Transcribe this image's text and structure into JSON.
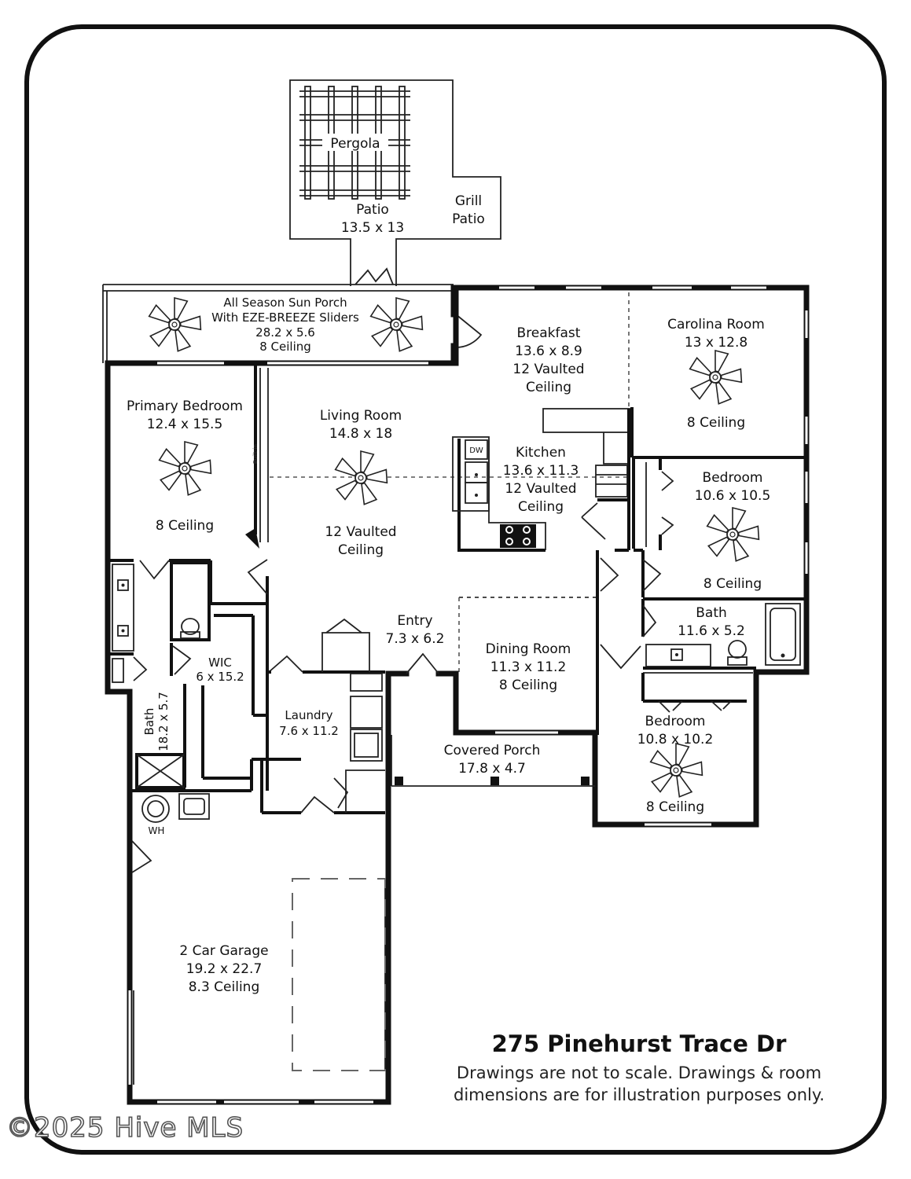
{
  "title": "275 Pinehurst Trace Dr",
  "disclaimer": [
    "Drawings are not to scale. Drawings & room",
    "dimensions are for illustration purposes only."
  ],
  "watermark": "©2025 Hive MLS",
  "rooms": {
    "pergola": {
      "name": "Pergola"
    },
    "patio": {
      "name": "Patio",
      "dims": "13.5 x 13"
    },
    "grill_patio": {
      "line1": "Grill",
      "line2": "Patio"
    },
    "sun_porch": {
      "line1": "All Season Sun Porch",
      "line2": "With EZE-BREEZE Sliders",
      "dims": "28.2 x 5.6",
      "ceiling": "8 Ceiling"
    },
    "breakfast": {
      "name": "Breakfast",
      "dims": "13.6 x 8.9",
      "ceiling1": "12 Vaulted",
      "ceiling2": "Ceiling"
    },
    "carolina_room": {
      "name": "Carolina Room",
      "dims": "13 x 12.8",
      "ceiling": "8 Ceiling"
    },
    "primary_bedroom": {
      "name": "Primary Bedroom",
      "dims": "12.4 x 15.5",
      "ceiling": "8 Ceiling"
    },
    "living_room": {
      "name": "Living Room",
      "dims": "14.8 x 18",
      "ceiling1": "12 Vaulted",
      "ceiling2": "Ceiling"
    },
    "kitchen": {
      "name": "Kitchen",
      "dims": "13.6 x 11.3",
      "ceiling1": "12 Vaulted",
      "ceiling2": "Ceiling",
      "dw": "DW"
    },
    "bedroom_2": {
      "name": "Bedroom",
      "dims": "10.6 x 10.5",
      "ceiling": "8 Ceiling"
    },
    "bath_2": {
      "name": "Bath",
      "dims": "11.6 x 5.2"
    },
    "entry": {
      "name": "Entry",
      "dims": "7.3 x 6.2"
    },
    "dining_room": {
      "name": "Dining Room",
      "dims": "11.3 x 11.2",
      "ceiling": "8 Ceiling"
    },
    "wic": {
      "name": "WIC",
      "dims": "6 x 15.2"
    },
    "laundry": {
      "name": "Laundry",
      "dims": "7.6 x 11.2"
    },
    "primary_bath": {
      "name": "Bath",
      "dims": "18.2 x 5.7"
    },
    "covered_porch": {
      "name": "Covered Porch",
      "dims": "17.8 x 4.7"
    },
    "bedroom_3": {
      "name": "Bedroom",
      "dims": "10.8 x 10.2",
      "ceiling": "8 Ceiling"
    },
    "garage": {
      "name": "2 Car Garage",
      "dims": "19.2 x 22.7",
      "ceiling": "8.3 Ceiling"
    },
    "water_heater": {
      "label": "WH"
    }
  }
}
